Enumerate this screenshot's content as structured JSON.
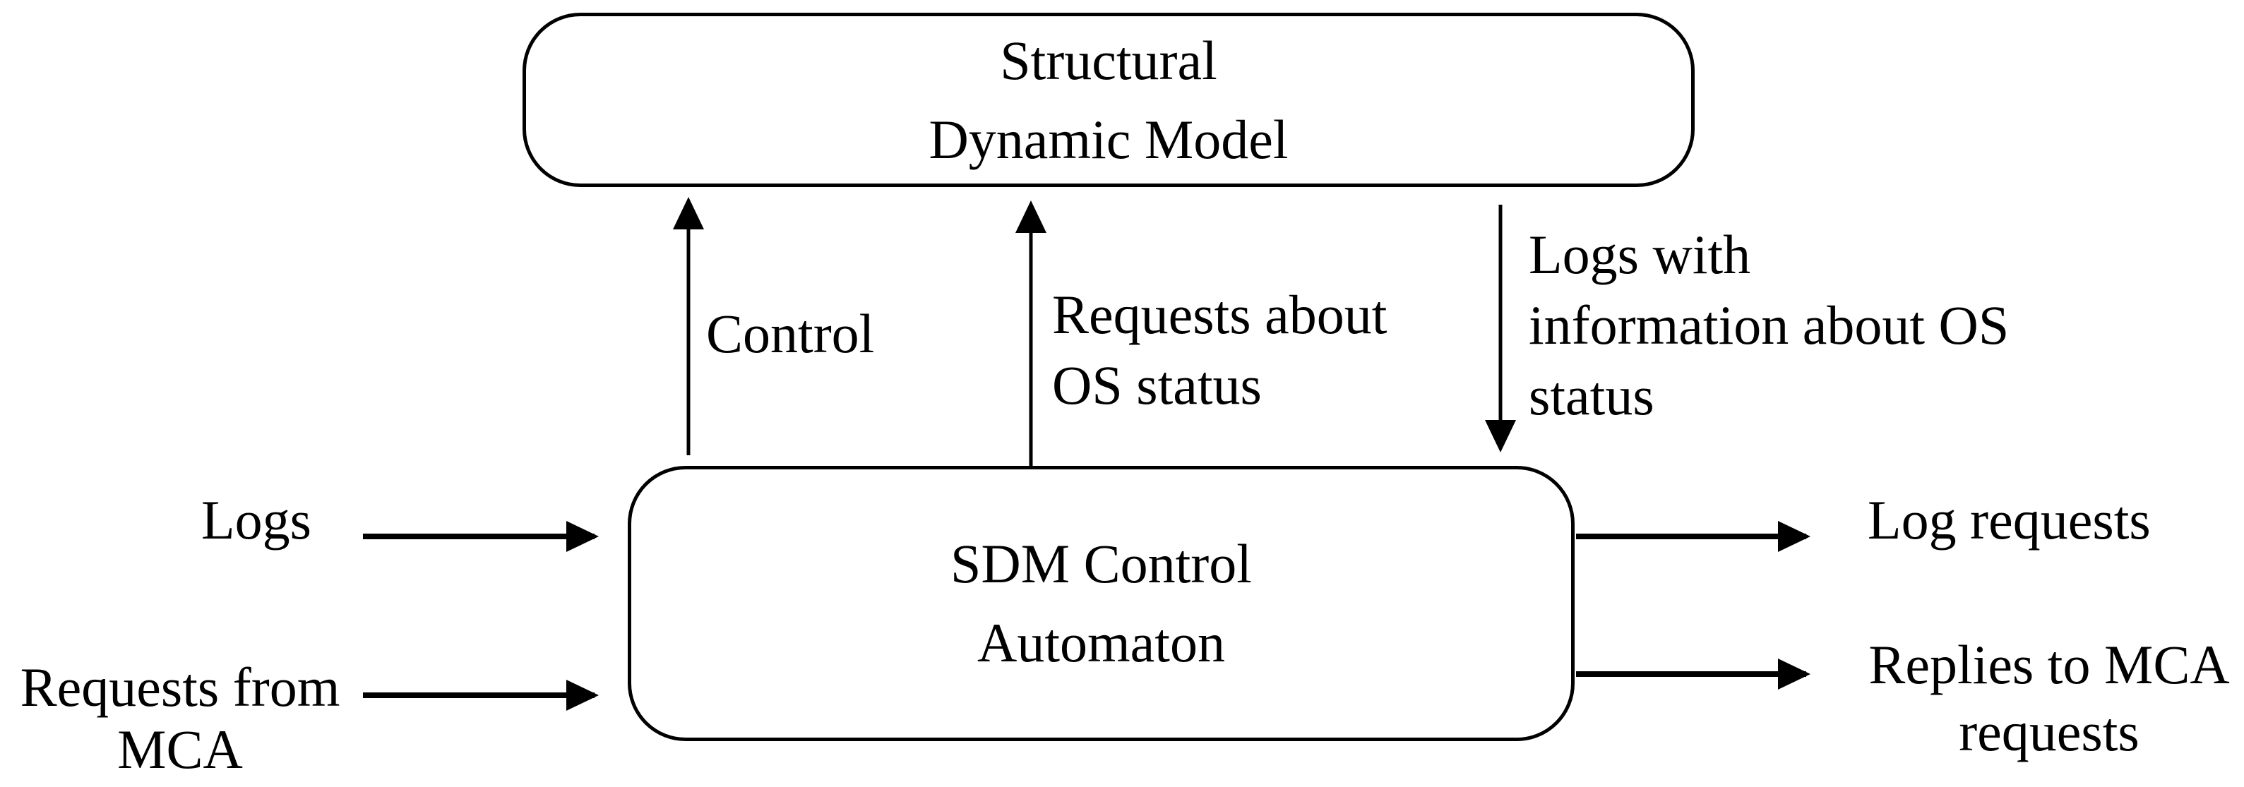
{
  "colors": {
    "background": "#ffffff",
    "ink": "#000000"
  },
  "nodes": {
    "structural_dynamic_model": {
      "lines": [
        "Structural",
        "Dynamic Model"
      ]
    },
    "sdm_control_automaton": {
      "lines": [
        "SDM Control",
        "Automaton"
      ]
    }
  },
  "edge_labels": {
    "control": {
      "lines": [
        "Control"
      ]
    },
    "requests_about_os_status": {
      "lines": [
        "Requests about",
        "OS status"
      ]
    },
    "logs_with_os_info": {
      "lines": [
        "Logs with",
        "information about OS",
        "status"
      ]
    },
    "logs_in": {
      "lines": [
        "Logs"
      ]
    },
    "requests_from_mca": {
      "lines": [
        "Requests from",
        "MCA"
      ]
    },
    "log_requests_out": {
      "lines": [
        "Log requests"
      ]
    },
    "replies_to_mca_requests": {
      "lines": [
        "Replies to MCA",
        "requests"
      ]
    }
  }
}
